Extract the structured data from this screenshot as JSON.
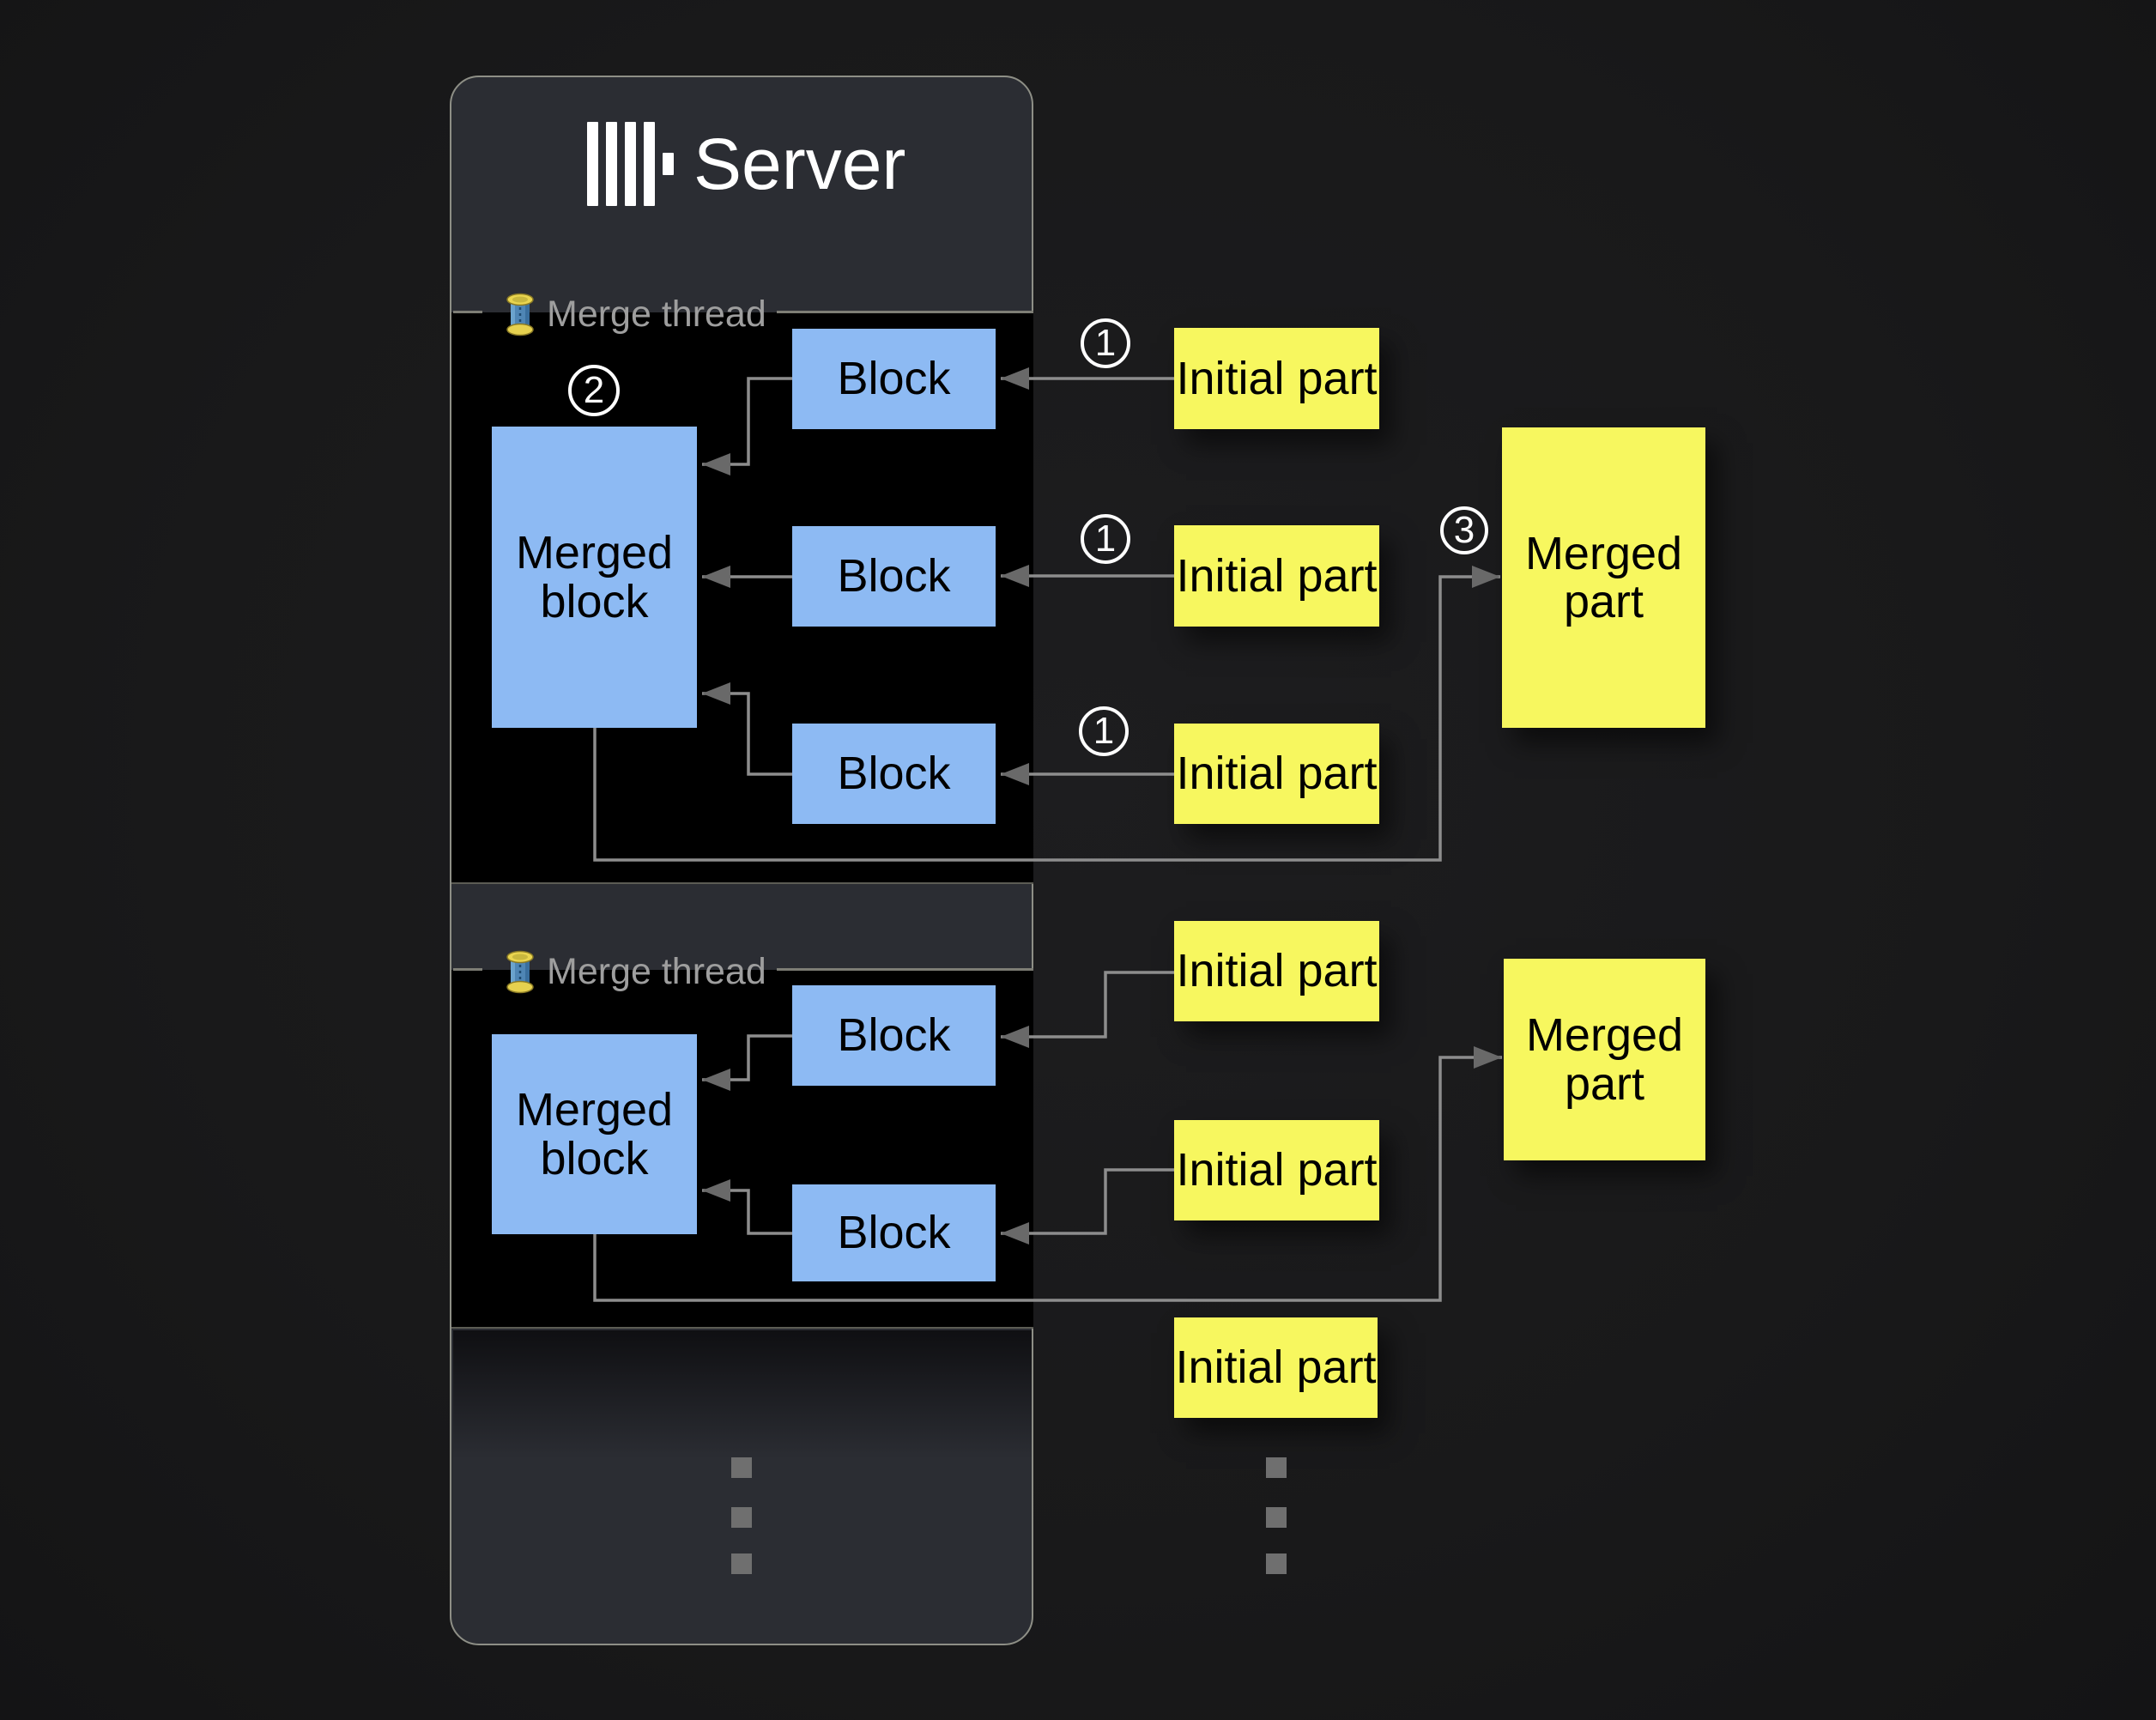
{
  "server": {
    "title": "Server",
    "logo_icon": "clickhouse-logo-icon"
  },
  "merge_threads": [
    {
      "icon": "thread-spool-icon",
      "label": "Merge thread",
      "step_badge": "2",
      "merged_block": {
        "label": "Merged block"
      },
      "blocks": [
        {
          "label": "Block"
        },
        {
          "label": "Block"
        },
        {
          "label": "Block"
        }
      ]
    },
    {
      "icon": "thread-spool-icon",
      "label": "Merge thread",
      "merged_block": {
        "label": "Merged block"
      },
      "blocks": [
        {
          "label": "Block"
        },
        {
          "label": "Block"
        }
      ]
    }
  ],
  "initial_parts": [
    {
      "badge": "1",
      "label": "Initial part"
    },
    {
      "badge": "1",
      "label": "Initial part"
    },
    {
      "badge": "1",
      "label": "Initial part"
    },
    {
      "label": "Initial part"
    },
    {
      "label": "Initial part"
    },
    {
      "label": "Initial part"
    }
  ],
  "merged_parts": [
    {
      "badge": "3",
      "label": "Merged part"
    },
    {
      "label": "Merged part"
    }
  ],
  "colors": {
    "panel_background": "#2b2d33",
    "section_background": "#000000",
    "block_blue": "#8dbaf3",
    "part_yellow": "#f7f75f",
    "connector_gray": "#8d8d8d",
    "arrowhead_gray": "#696969",
    "label_gray": "#9e9e9e"
  }
}
